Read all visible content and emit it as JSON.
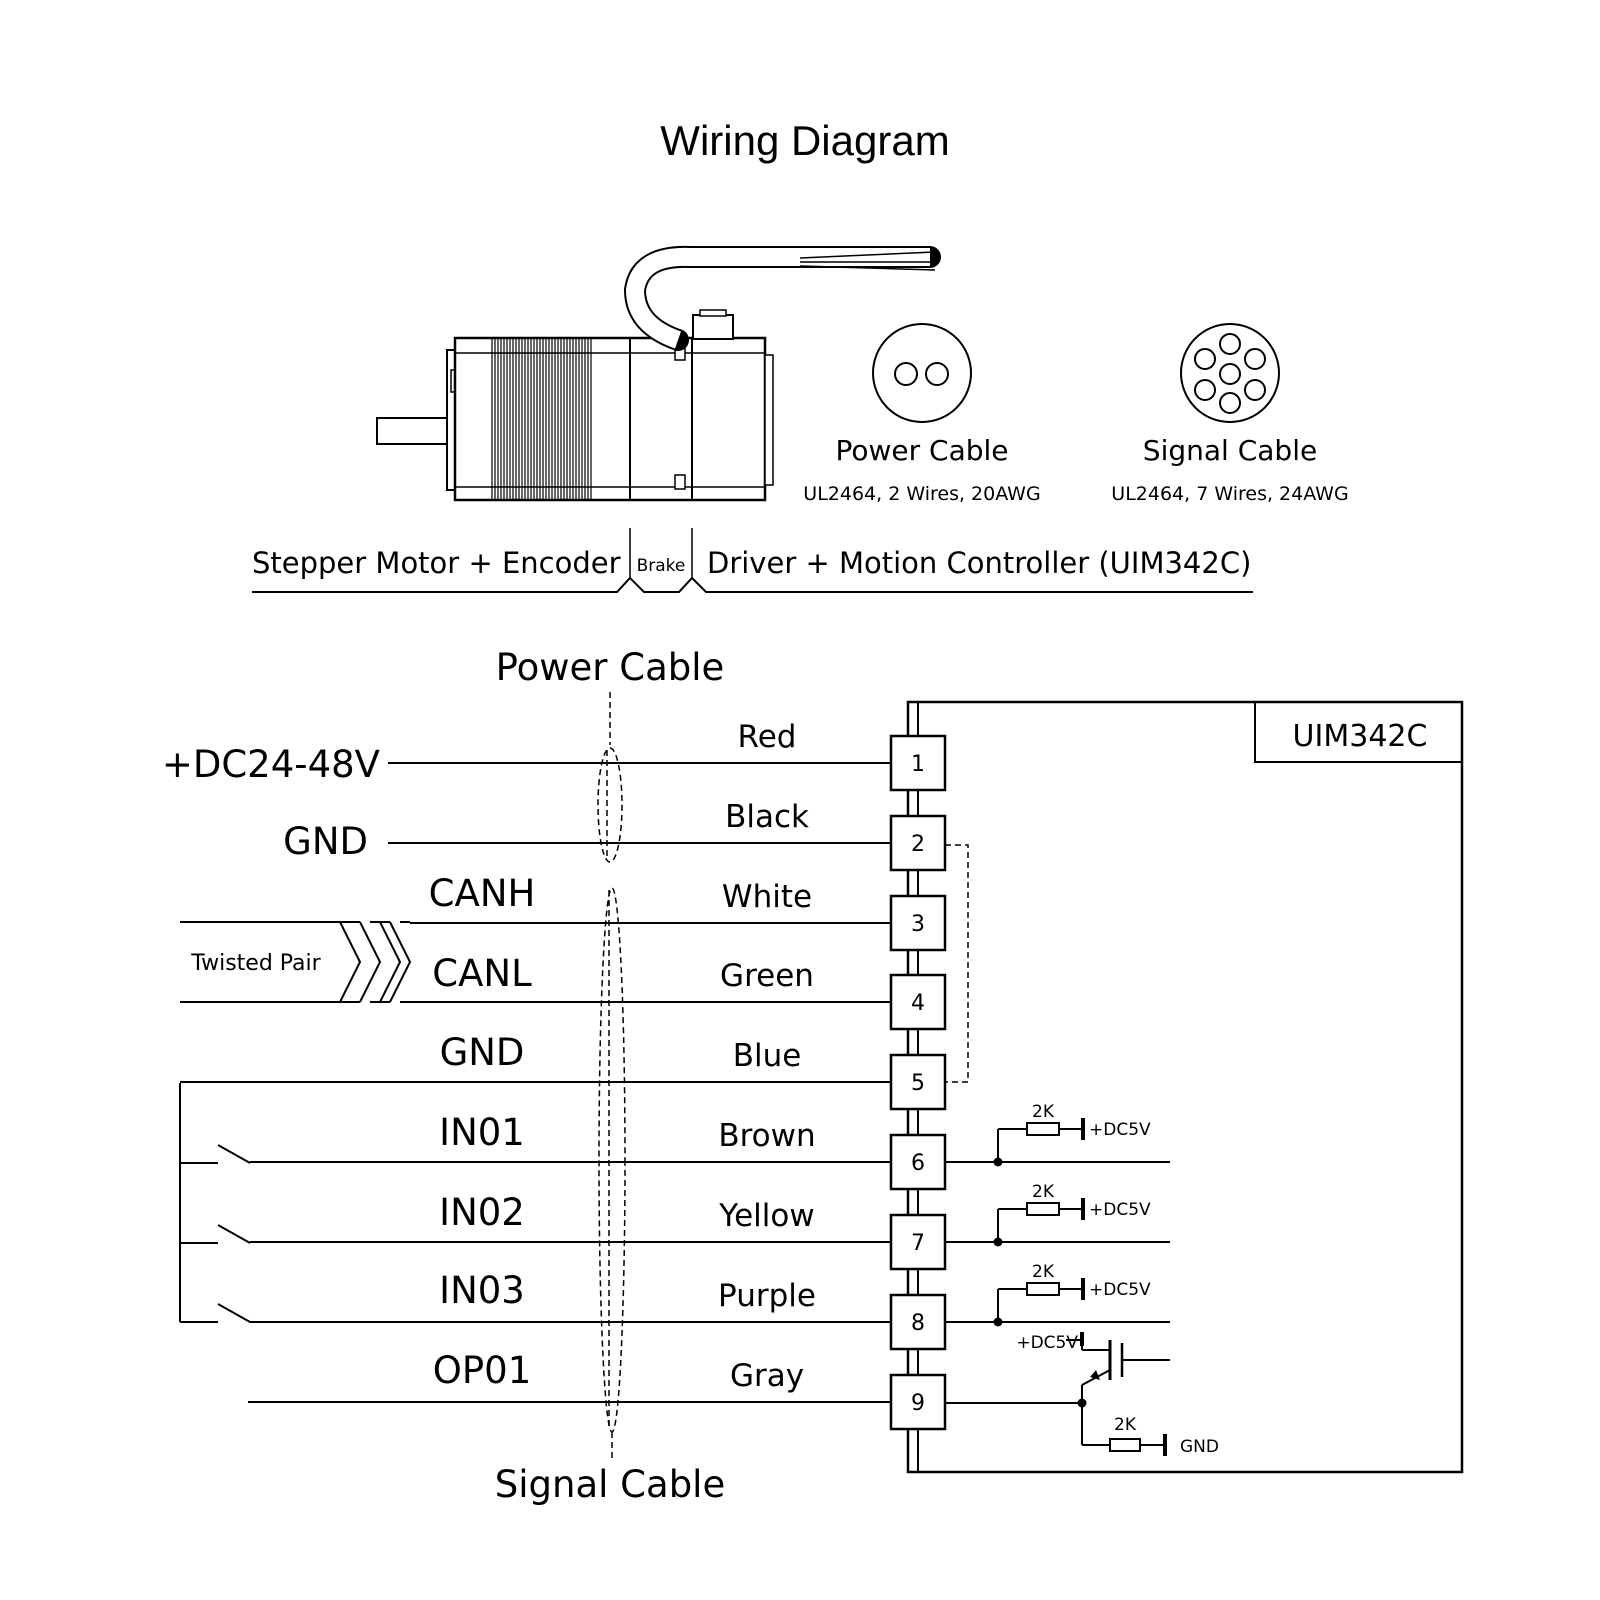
{
  "title": "Wiring Diagram",
  "connectors": {
    "power": {
      "name": "Power Cable",
      "spec": "UL2464, 2 Wires, 20AWG"
    },
    "signal": {
      "name": "Signal Cable",
      "spec": "UL2464, 7 Wires, 24AWG"
    }
  },
  "assembly": {
    "motor_label": "Stepper Motor + Encoder",
    "brake_label": "Brake",
    "driver_label": "Driver + Motion Controller (UIM342C)"
  },
  "schematic": {
    "power_cable_label": "Power Cable",
    "signal_cable_label": "Signal Cable",
    "controller_label": "UIM342C",
    "twisted_pair_label": "Twisted Pair",
    "supply_label": "+DC24-48V",
    "gnd_left_label": "GND",
    "pins": [
      {
        "number": "1",
        "signal": "",
        "color": "Red"
      },
      {
        "number": "2",
        "signal": "",
        "color": "Black"
      },
      {
        "number": "3",
        "signal": "CANH",
        "color": "White"
      },
      {
        "number": "4",
        "signal": "CANL",
        "color": "Green"
      },
      {
        "number": "5",
        "signal": "GND",
        "color": "Blue"
      },
      {
        "number": "6",
        "signal": "IN01",
        "color": "Brown"
      },
      {
        "number": "7",
        "signal": "IN02",
        "color": "Yellow"
      },
      {
        "number": "8",
        "signal": "IN03",
        "color": "Purple"
      },
      {
        "number": "9",
        "signal": "OP01",
        "color": "Gray"
      }
    ],
    "resistor_label": "2K",
    "pullup_label": "+DC5V",
    "output_supply_label": "+DC5V",
    "output_gnd_label": "GND"
  }
}
